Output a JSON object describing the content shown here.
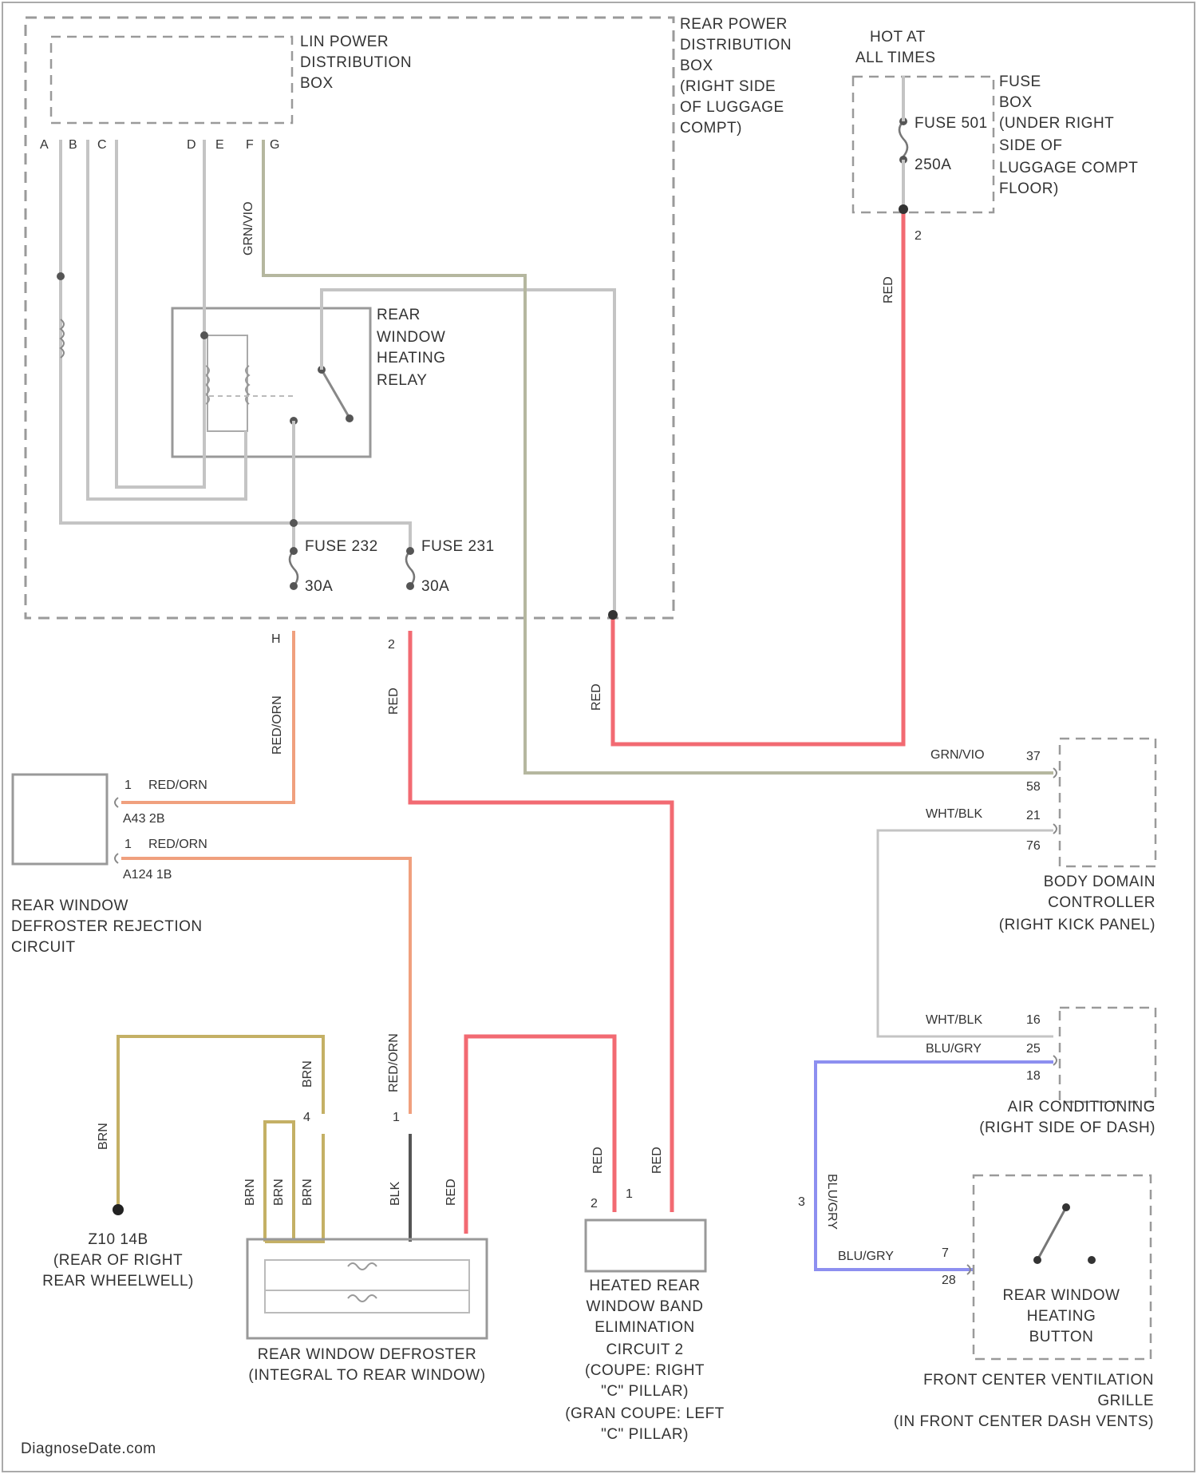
{
  "colors": {
    "red": "#f26a72",
    "red_orange": "#f0a07e",
    "gray_green": "#b5b79f",
    "gray": "#c4c4c4",
    "brown": "#c4b065",
    "blue": "#8d8ff0",
    "black": "#555555",
    "border": "#999999"
  },
  "components": {
    "lin_box": [
      "LIN POWER",
      "DISTRIBUTION",
      "BOX"
    ],
    "rear_pdb": [
      "REAR POWER",
      "DISTRIBUTION",
      "BOX",
      "(RIGHT SIDE",
      "OF LUGGAGE",
      "COMPT)"
    ],
    "hot_at_all_times": [
      "HOT AT",
      "ALL TIMES"
    ],
    "fuse_box": [
      "FUSE",
      "BOX",
      "(UNDER RIGHT",
      "SIDE OF",
      "LUGGAGE COMPT",
      "FLOOR)"
    ],
    "fuse_501": "FUSE 501",
    "fuse_501_rating": "250A",
    "relay": [
      "REAR",
      "WINDOW",
      "HEATING",
      "RELAY"
    ],
    "fuse_232": "FUSE 232",
    "fuse_232_rating": "30A",
    "fuse_231": "FUSE 231",
    "fuse_231_rating": "30A",
    "rejection_circuit": [
      "REAR WINDOW",
      "DEFROSTER REJECTION",
      "CIRCUIT"
    ],
    "bdc": [
      "BODY DOMAIN",
      "CONTROLLER",
      "(RIGHT KICK PANEL)"
    ],
    "ac": [
      "AIR CONDITIONING",
      "(RIGHT SIDE OF DASH)"
    ],
    "ground": [
      "Z10 14B",
      "(REAR OF RIGHT",
      "REAR WHEELWELL)"
    ],
    "defroster": [
      "REAR WINDOW DEFROSTER",
      "(INTEGRAL TO REAR WINDOW)"
    ],
    "heated_band": [
      "HEATED REAR",
      "WINDOW BAND",
      "ELIMINATION",
      "CIRCUIT 2",
      "(COUPE: RIGHT",
      "\"C\" PILLAR)",
      "(GRAN COUPE: LEFT",
      "\"C\" PILLAR)"
    ],
    "button": [
      "REAR WINDOW",
      "HEATING",
      "BUTTON"
    ],
    "grille": [
      "FRONT CENTER VENTILATION",
      "GRILLE",
      "(IN FRONT CENTER DASH VENTS)"
    ]
  },
  "wires": {
    "gry_grn": "GRN/VIO",
    "gry_grn_bdc": "GRN/VIO",
    "red_a": "RED",
    "red_b": "RED",
    "red_c": "RED",
    "red_orn_v": "RED/ORN",
    "red_orn_h1": "RED/ORN",
    "red_orn_h2": "RED/ORN",
    "red_orn_v2": "RED/ORN",
    "wht_blk_1": "WHT/BLK",
    "wht_blk_2": "WHT/BLK",
    "blu_gry_1": "BLU/GRY",
    "blu_gry_2": "BLU/GRY",
    "blu_gry_v": "BLU/GRY",
    "brn_1": "BRN",
    "brn_2": "BRN",
    "brn_3": "BRN",
    "brn_4": "BRN",
    "brn_5": "BRN",
    "blk": "BLK",
    "red_d": "RED",
    "red_e": "RED",
    "red_f": "RED"
  },
  "pins": {
    "a": "A",
    "b": "B",
    "c": "C",
    "d": "D",
    "e": "E",
    "f": "F",
    "g": "G",
    "h": "H",
    "p1": "1",
    "p2": "1",
    "a43": "A43 2B",
    "a124": "A124 1B",
    "p37": "37",
    "p58": "58",
    "p21": "21",
    "p76": "76",
    "p16": "16",
    "p25": "25",
    "p18": "18",
    "p7": "7",
    "p3": "3",
    "p28": "28",
    "p2a": "2",
    "p1a": "1",
    "p4": "4",
    "p1b": "1",
    "p2b": "2",
    "p2c": "2"
  },
  "footer": "DiagnoseDate.com"
}
